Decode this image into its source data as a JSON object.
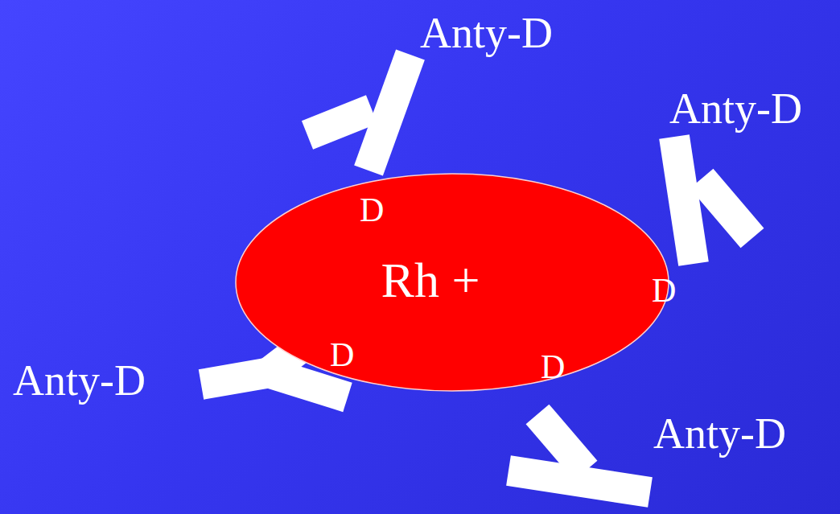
{
  "diagram": {
    "nodes": [
      {
        "text": [
          "Rh +",
          "D",
          "D",
          "D",
          "D"
        ]
      }
    ],
    "labels": [
      "Anty-D",
      "Anty-D",
      "Anty-D",
      "Anty-D"
    ]
  }
}
